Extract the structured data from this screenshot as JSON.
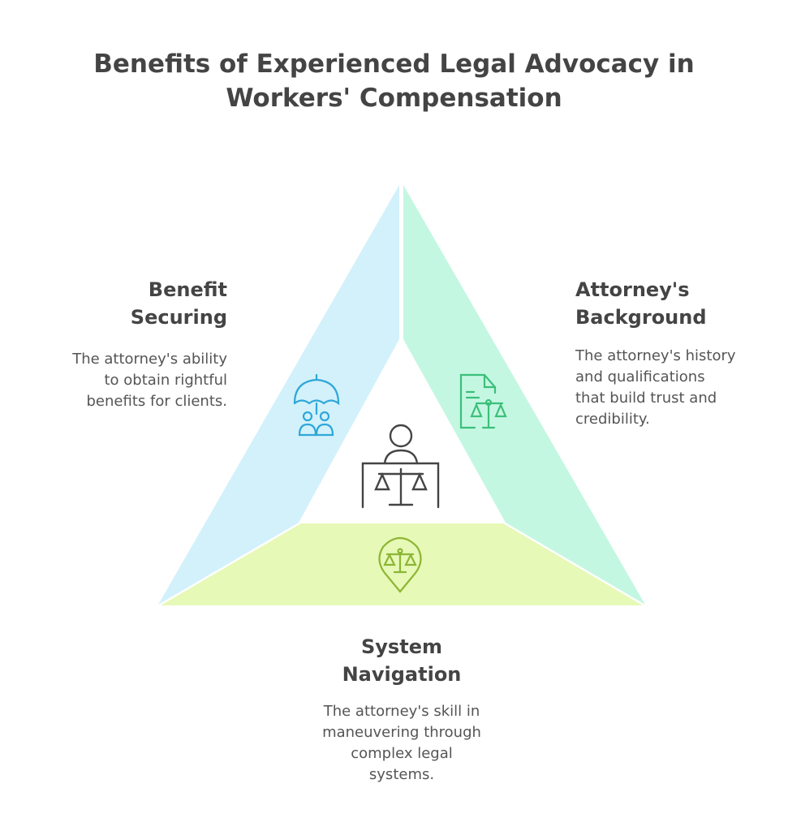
{
  "title": {
    "line1": "Benefits of Experienced Legal Advocacy in",
    "line2": "Workers' Compensation"
  },
  "sections": {
    "benefit": {
      "title_1": "Benefit",
      "title_2": "Securing",
      "desc": [
        "The attorney's ability",
        "to obtain rightful",
        "benefits for clients."
      ],
      "color": "#d2f1fb",
      "icon_color": "#2ea7d8"
    },
    "background": {
      "title_1": "Attorney's",
      "title_2": "Background",
      "desc": [
        "The attorney's history",
        "and qualifications",
        "that build trust and",
        "credibility."
      ],
      "color": "#c4f7e2",
      "icon_color": "#3cbf7a"
    },
    "navigation": {
      "title_1": "System",
      "title_2": "Navigation",
      "desc": [
        "The attorney's skill in",
        "maneuvering through",
        "complex legal",
        "systems."
      ],
      "color": "#e6f9b6",
      "icon_color": "#8db534"
    }
  }
}
